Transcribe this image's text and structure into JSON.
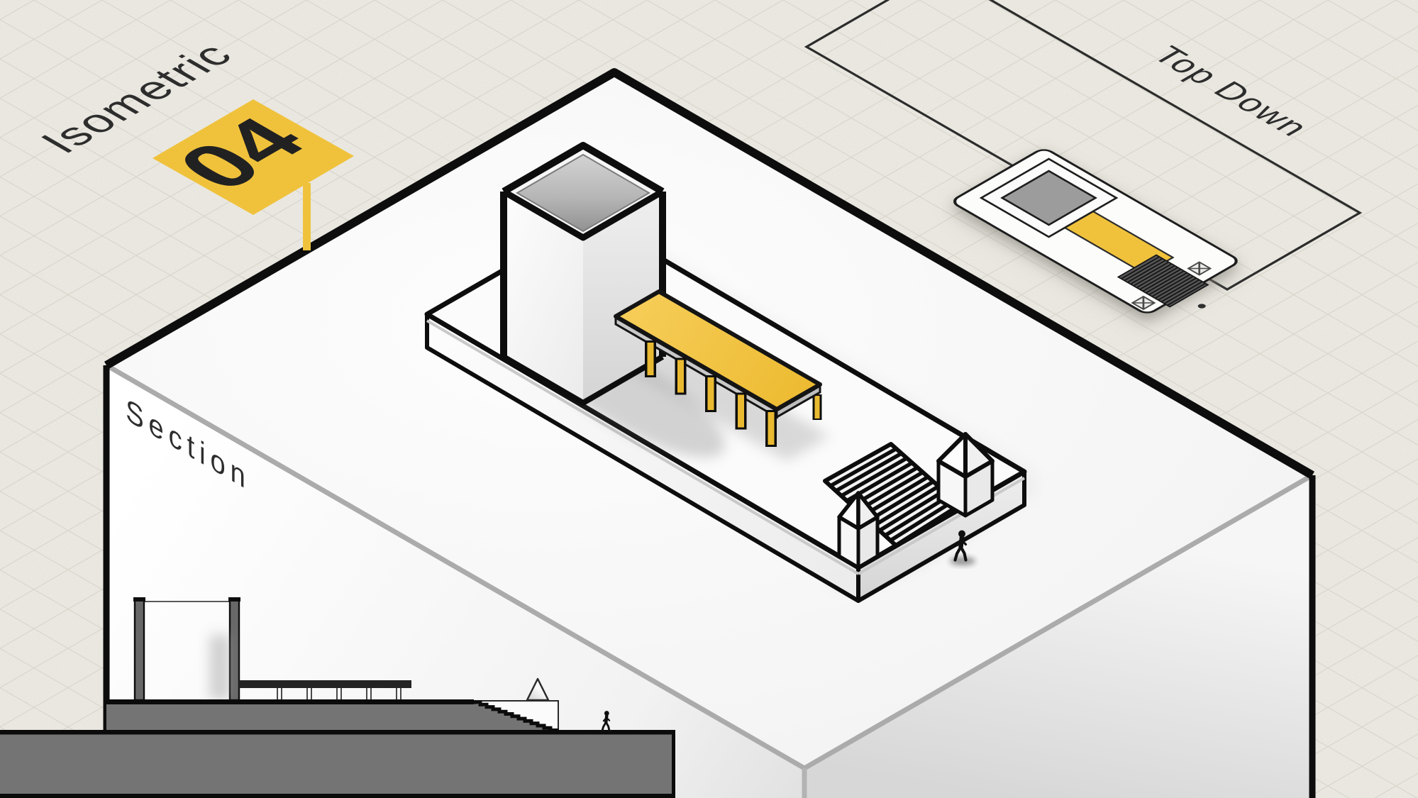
{
  "title_block": {
    "isometric_label": "Isometric",
    "sheet_number": "04"
  },
  "views": {
    "top_down_label": "Top Down",
    "section_label": "Section"
  },
  "palette": {
    "accent_yellow": "#F0C23C",
    "column_yellow": "#E9B931",
    "paper": "#ECEAE2",
    "ink": "#0d0d0d",
    "section_gray": "#747474",
    "plan_tower_gray": "#9C9C9C"
  }
}
